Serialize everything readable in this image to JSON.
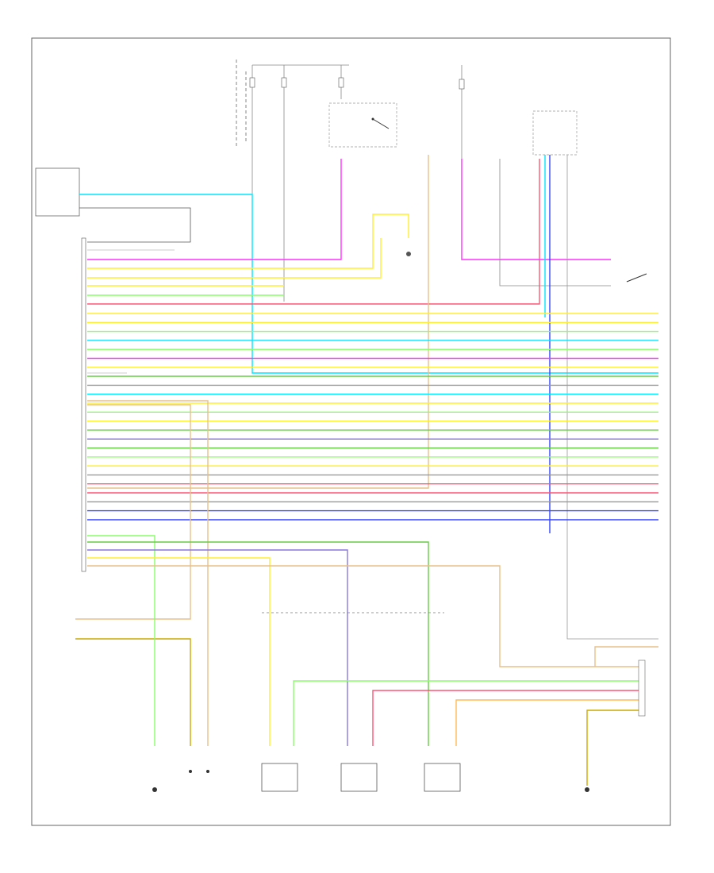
{
  "footer_code": "",
  "fuse_labels": [
    "",
    "",
    ""
  ],
  "components": {
    "shift_lock_solenoid": "",
    "pcm": "",
    "shift_position_switch": "",
    "brake_pedal_switch": "",
    "speed_sensor": "",
    "sol_a": "",
    "sol_b": "",
    "sol_c": "",
    "pressure_switch": "",
    "ground": ""
  },
  "pcm_pin_labels": [],
  "wire_colors": {
    "cyan": "#00e5ff",
    "magenta": "#ff33ff",
    "yellow": "#ffee33",
    "light_green": "#88ff66",
    "green": "#66cc44",
    "pink": "#ff5577",
    "purple": "#8877dd",
    "blue": "#3344ff",
    "orange": "#ffbb55",
    "tan": "#e8c088",
    "grey": "#999999",
    "dark": "#333333"
  },
  "bus_lines": [
    {
      "color": "yellow"
    },
    {
      "color": "yellow"
    },
    {
      "color": "light_green"
    },
    {
      "color": "cyan"
    },
    {
      "color": "light_green"
    },
    {
      "color": "magenta"
    },
    {
      "color": "yellow"
    },
    {
      "color": "green"
    },
    {
      "color": "grey"
    },
    {
      "color": "cyan"
    },
    {
      "color": "yellow"
    },
    {
      "color": "light_green"
    },
    {
      "color": "yellow"
    },
    {
      "color": "green"
    },
    {
      "color": "purple"
    },
    {
      "color": "green"
    },
    {
      "color": "light_green"
    },
    {
      "color": "yellow"
    },
    {
      "color": "grey"
    },
    {
      "color": "pink"
    },
    {
      "color": "pink"
    },
    {
      "color": "grey"
    },
    {
      "color": "blue"
    },
    {
      "color": "blue"
    }
  ]
}
